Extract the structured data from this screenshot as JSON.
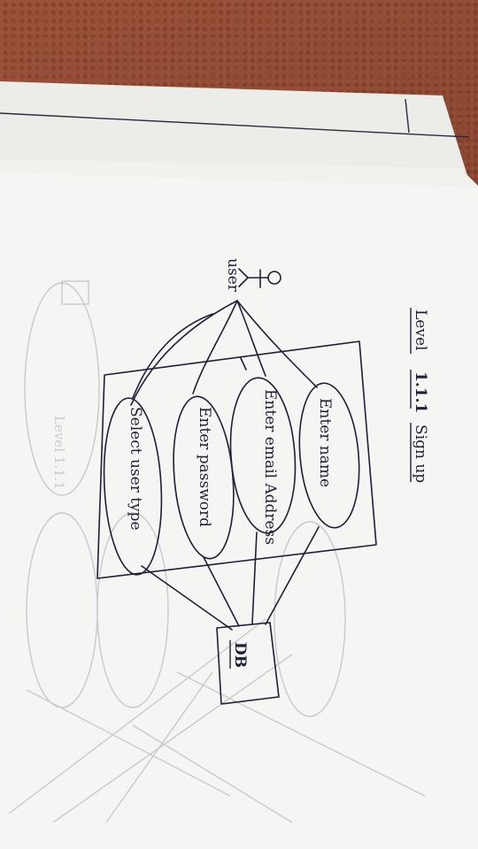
{
  "diagram": {
    "level_label": "Level",
    "level_number": "1.1.1",
    "title": "Sign up",
    "actor": "user",
    "processes": [
      "Enter name",
      "Enter email Address",
      "Enter password",
      "Select user type"
    ],
    "datastore": "DB",
    "ghost_level": "Level 1.1.1"
  },
  "colors": {
    "ink": "#1f1f3a",
    "paper": "#f4f4f2",
    "floor": "#8a4a34"
  }
}
